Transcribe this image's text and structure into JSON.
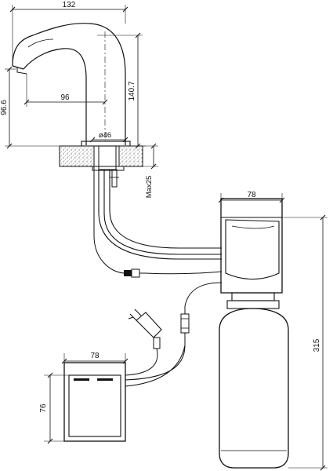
{
  "dimensions": {
    "faucet_width": "132",
    "faucet_total_height": "140.7",
    "faucet_reach": "96",
    "spout_height": "96.6",
    "hole_diameter": "ø46",
    "max_deck_thickness": "Max25",
    "valve_box_width": "78",
    "valve_box_height": "315",
    "power_box_width": "78",
    "power_box_height": "76"
  },
  "colors": {
    "line": "#111111",
    "background": "#ffffff",
    "countertop_hatch": "#9a9a9a"
  }
}
